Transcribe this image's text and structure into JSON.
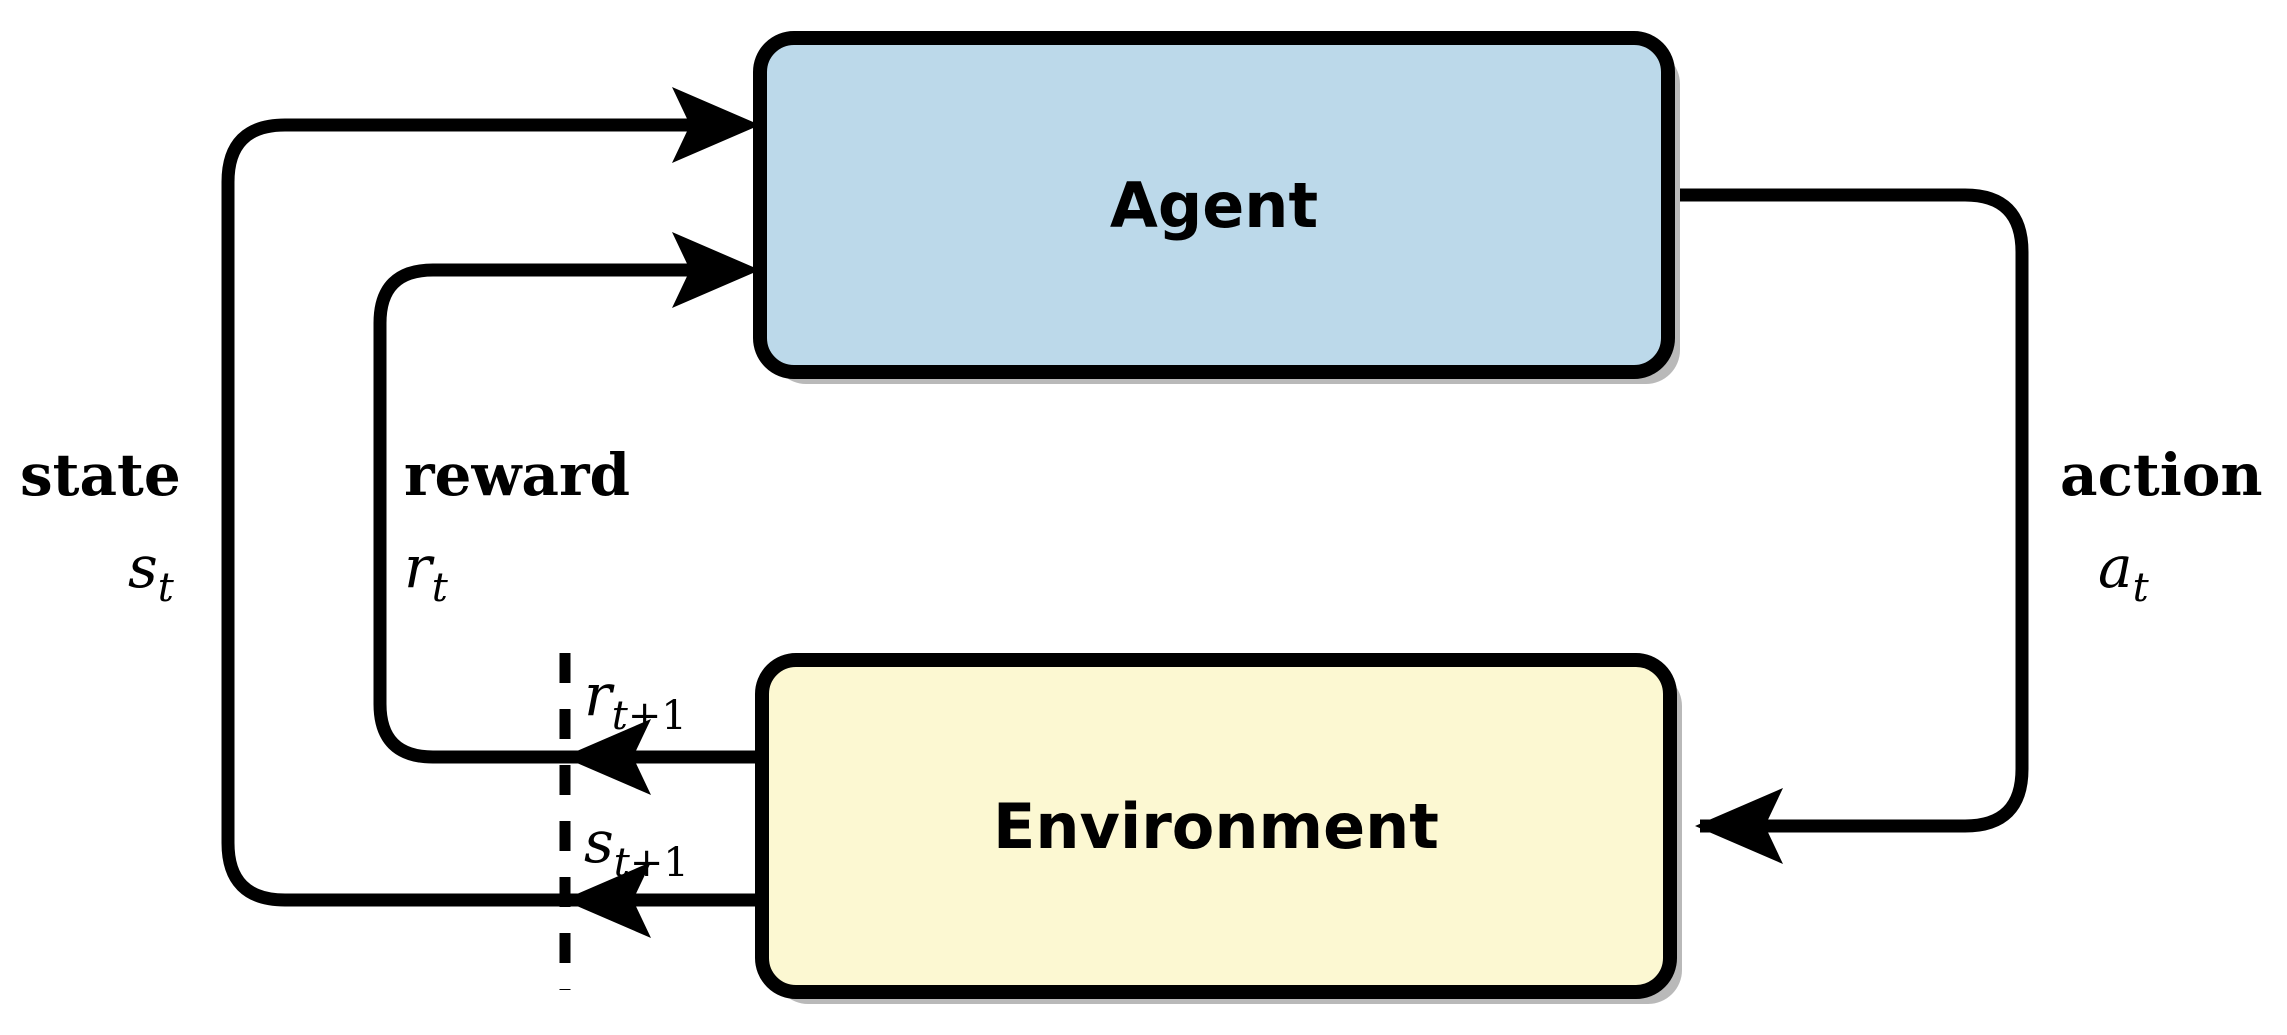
{
  "diagram": {
    "title": "Reinforcement Learning Agent-Environment Interaction Loop",
    "background_color": "#ffffff",
    "line_color": "#000000",
    "shadow_color": "#b9b9b9",
    "nodes": [
      {
        "id": "agent",
        "label": "Agent",
        "fill_color": "#bcd9ea",
        "border_color": "#000000"
      },
      {
        "id": "environment",
        "label": "Environment",
        "fill_color": "#fcf8d2",
        "border_color": "#000000"
      }
    ],
    "edges": [
      {
        "id": "state",
        "word": "state",
        "symbol_base": "s",
        "symbol_sub": "t",
        "from": "environment",
        "to": "agent"
      },
      {
        "id": "reward",
        "word": "reward",
        "symbol_base": "r",
        "symbol_sub": "t",
        "from": "environment",
        "to": "agent"
      },
      {
        "id": "action",
        "word": "action",
        "symbol_base": "a",
        "symbol_sub": "t",
        "from": "agent",
        "to": "environment"
      }
    ],
    "next_step_labels": [
      {
        "id": "reward-next",
        "symbol_base": "r",
        "symbol_sub": "t",
        "symbol_op": "+",
        "symbol_inc": "1"
      },
      {
        "id": "state-next",
        "symbol_base": "s",
        "symbol_sub": "t",
        "symbol_op": "+",
        "symbol_inc": "1"
      }
    ],
    "time_divider": {
      "id": "time-step-boundary",
      "style": "dashed"
    }
  }
}
